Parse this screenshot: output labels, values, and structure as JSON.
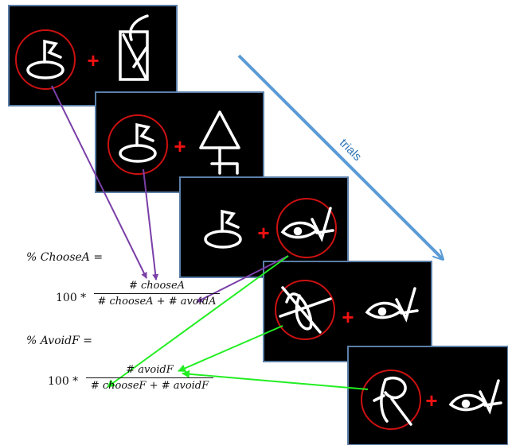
{
  "trials_label": "trials",
  "formula_a": {
    "label": "% ChooseA =",
    "multiplier": "100  *",
    "numerator": "# chooseA",
    "denominator": "# chooseA + # avoidA"
  },
  "formula_f": {
    "label": "% AvoidF =",
    "multiplier": "100  *",
    "numerator": "# avoidF",
    "denominator": "# chooseF + # avoidF"
  },
  "colors": {
    "frame_border": "#5b7fa8",
    "frame_fill": "#000000",
    "symbol": "#ffffff",
    "selection_circle": "#cc1111",
    "fixation_cross": "#ee1111",
    "trials_arrow": "#5b9bd5",
    "purple_arrows": "#7a3fa8",
    "green_arrows": "#22ee22"
  },
  "fixation_symbol": "+"
}
